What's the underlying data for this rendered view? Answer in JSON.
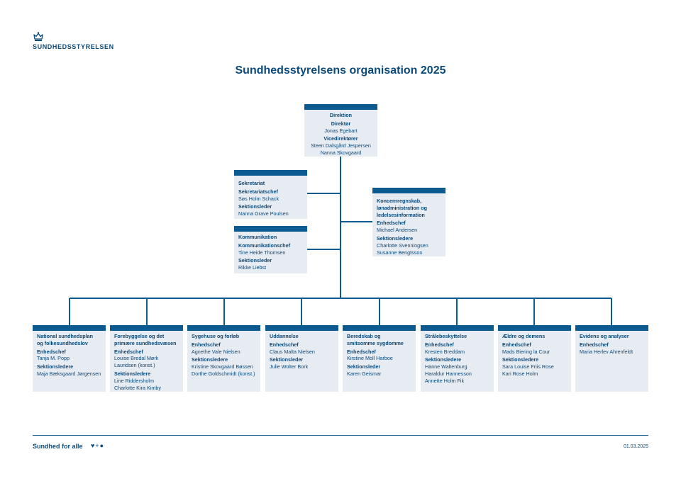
{
  "brand": {
    "name": "SUNDHEDSSTYRELSEN",
    "crown_icon": "crown-icon"
  },
  "title": "Sundhedsstyrelsens organisation 2025",
  "top": {
    "header": "Direktion",
    "roles": [
      {
        "title": "Direktør",
        "names": [
          "Jonas Egebart"
        ]
      },
      {
        "title": "Vicedirektører",
        "names": [
          "Steen Dalsgård Jespersen",
          "Nanna Skovgaard"
        ]
      }
    ]
  },
  "staff_left": [
    {
      "header": "Sekretariat",
      "roles": [
        {
          "title": "Sekretariatschef",
          "names": [
            "Søs Holm Schack"
          ]
        },
        {
          "title": "Sektionsleder",
          "names": [
            "Nanna Grave Poulsen"
          ]
        }
      ]
    },
    {
      "header": "Kommunikation",
      "roles": [
        {
          "title": "Kommunikationschef",
          "names": [
            "Tine Heide Thomsen"
          ]
        },
        {
          "title": "Sektionsleder",
          "names": [
            "Rikke Liebst"
          ]
        }
      ]
    }
  ],
  "staff_right": {
    "header_lines": [
      "Koncernregnskab,",
      "lønadministration og",
      "ledelsesinformation"
    ],
    "roles": [
      {
        "title": "Enhedschef",
        "names": [
          "Michael Andersen"
        ]
      },
      {
        "title": "Sektionsledere",
        "names": [
          "Charlotte Svenningsen",
          "Susanne Bengtsson"
        ]
      }
    ]
  },
  "units": [
    {
      "header_lines": [
        "National sundhedsplan",
        "og folkesundhedslov"
      ],
      "roles": [
        {
          "title": "Enhedschef",
          "names": [
            "Tanja M. Popp"
          ]
        },
        {
          "title": "Sektionsledere",
          "names": [
            "Maja Bæksgaard Jørgensen"
          ]
        }
      ]
    },
    {
      "header_lines": [
        "Forebyggelse og det",
        "primære sundhedsvæsen"
      ],
      "roles": [
        {
          "title": "Enhedschef",
          "names": [
            "Louise Bredal Mørk",
            "Lauridsen (konst.)"
          ]
        },
        {
          "title": "Sektionsledere",
          "names": [
            "Line Riddersholm",
            "Charlotte Kira Kimby"
          ]
        }
      ]
    },
    {
      "header_lines": [
        "Sygehuse og forløb"
      ],
      "roles": [
        {
          "title": "Enhedschef",
          "names": [
            "Agnethe Vale Nielsen"
          ]
        },
        {
          "title": "Sektionsledere",
          "names": [
            "Kristine Skovgaard Bøssen",
            "Dorthe Goldschmidt (konst.)"
          ]
        }
      ]
    },
    {
      "header_lines": [
        "Uddannelse"
      ],
      "roles": [
        {
          "title": "Enhedschef",
          "names": [
            "Claus Malta Nielsen"
          ]
        },
        {
          "title": "Sektionsleder",
          "names": [
            "Julie Wolter Bork"
          ]
        }
      ]
    },
    {
      "header_lines": [
        "Beredskab og",
        "smitsomme sygdomme"
      ],
      "roles": [
        {
          "title": "Enhedschef",
          "names": [
            "Kirstine Moll Harboe"
          ]
        },
        {
          "title": "Sektionsleder",
          "names": [
            "Karen Geismar"
          ]
        }
      ]
    },
    {
      "header_lines": [
        "Strålebeskyttelse"
      ],
      "roles": [
        {
          "title": "Enhedschef",
          "names": [
            "Kresten Breddam"
          ]
        },
        {
          "title": "Sektionsledere",
          "names": [
            "Hanne Waltenburg",
            "Haraldur Hannesson",
            "Annette Holm Fik"
          ]
        }
      ]
    },
    {
      "header_lines": [
        "Ældre og demens"
      ],
      "roles": [
        {
          "title": "Enhedschef",
          "names": [
            "Mads Biering la Cour"
          ]
        },
        {
          "title": "Sektionsledere",
          "names": [
            "Sara Louise Friis Rose",
            "Kari Rose Holm"
          ]
        }
      ]
    },
    {
      "header_lines": [
        "Evidens og analyser"
      ],
      "roles": [
        {
          "title": "Enhedschef",
          "names": [
            "Maria Herlev Ahrenfeldt"
          ]
        }
      ]
    }
  ],
  "footer": {
    "tagline": "Sundhed for alle",
    "tagline_icons": "♥+●",
    "date": "01.03.2025"
  }
}
